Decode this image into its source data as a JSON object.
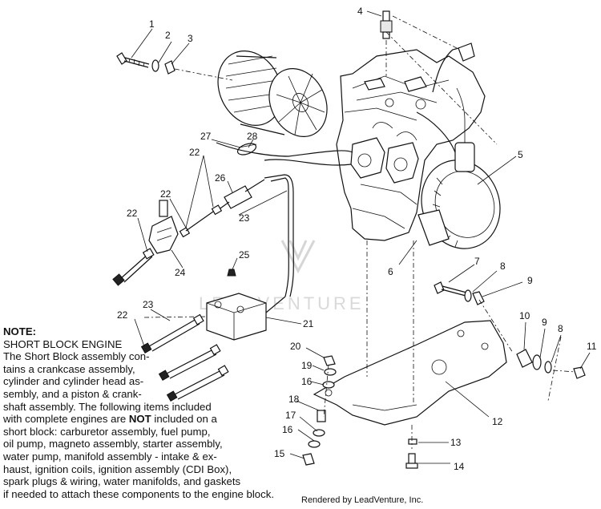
{
  "watermark": "LEADVENTURE",
  "callouts": {
    "c1": "1",
    "c2": "2",
    "c3": "3",
    "c4": "4",
    "c5": "5",
    "c6": "6",
    "c7": "7",
    "c8a": "8",
    "c8b": "8",
    "c9a": "9",
    "c9b": "9",
    "c10": "10",
    "c11": "11",
    "c12": "12",
    "c13": "13",
    "c14": "14",
    "c15": "15",
    "c16a": "16",
    "c16b": "16",
    "c17": "17",
    "c18": "18",
    "c19": "19",
    "c20": "20",
    "c21": "21",
    "c22a": "22",
    "c22b": "22",
    "c22c": "22",
    "c22d": "22",
    "c23a": "23",
    "c23b": "23",
    "c24": "24",
    "c25": "25",
    "c26": "26",
    "c27": "27",
    "c28": "28"
  },
  "note": {
    "heading": "NOTE:",
    "subheading": "SHORT BLOCK ENGINE",
    "line1": "The Short Block assembly con-",
    "line2": "tains a crankcase assembly,",
    "line3": "cylinder and cylinder head as-",
    "line4": "sembly, and a piston & crank-",
    "line5": "shaft assembly.  The following items included",
    "line6_pre": "with complete engines are ",
    "line6_bold": "NOT",
    "line6_post": " included on a",
    "line7": "short block:  carburetor assembly, fuel pump,",
    "line8": "oil pump, magneto assembly, starter assembly,",
    "line9": "water pump, manifold assembly - intake & ex-",
    "line10": "haust, ignition coils, ignition assembly (CDI Box),",
    "line11": "spark plugs & wiring, water manifolds, and gaskets",
    "line12": "if needed to attach these components to the engine block."
  },
  "credit": "Rendered by LeadVenture, Inc."
}
